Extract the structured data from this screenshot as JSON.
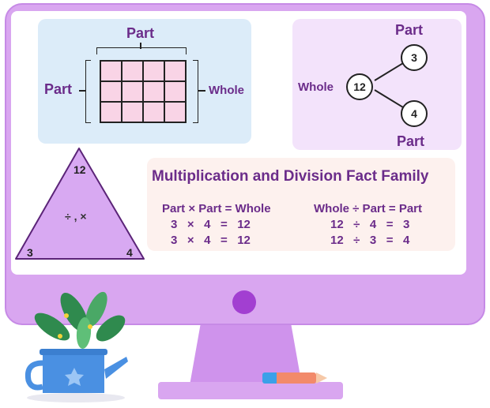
{
  "array_model": {
    "top_label": "Part",
    "left_label": "Part",
    "right_label": "Whole",
    "rows": 3,
    "cols": 4
  },
  "number_bond": {
    "whole_label": "Whole",
    "top_label": "Part",
    "bottom_label": "Part",
    "whole_value": "12",
    "part1_value": "3",
    "part2_value": "4"
  },
  "triangle": {
    "top": "12",
    "bottom_left": "3",
    "bottom_right": "4",
    "center": "÷ , ×"
  },
  "fact_family": {
    "title": "Multiplication and Division Fact Family",
    "mult_header": "Part × Part = Whole",
    "mult_rows": [
      "3   ×   4   =   12",
      "3   ×   4   =   12"
    ],
    "div_header": "Whole ÷ Part = Part",
    "div_rows": [
      "12   ÷   4   =   3",
      "12   ÷   3   =   4"
    ]
  },
  "colors": {
    "monitor": "#d9a6f0",
    "accent_text": "#6b2c8a",
    "power_button": "#a23fd1",
    "grid_fill": "#f9d4e6",
    "triangle_fill": "#d8a9f2"
  },
  "icons": {
    "plant": "plant-in-watering-can-icon",
    "pencil": "pencil-icon"
  }
}
